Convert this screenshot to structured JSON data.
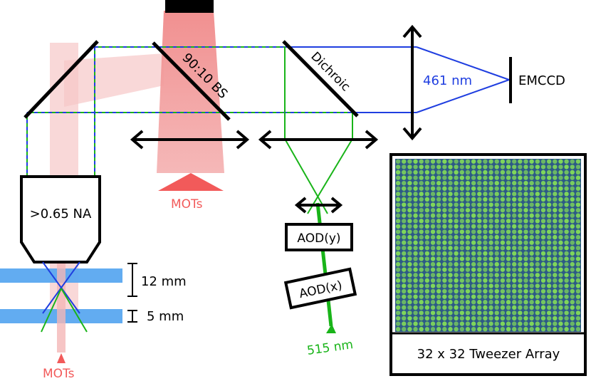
{
  "labels": {
    "bs": "90:10 BS",
    "dichroic": "Dichroic",
    "wavelength_461": "461 nm",
    "emccd": "EMCCD",
    "objective": ">0.65 NA",
    "mots_top": "MOTs",
    "mots_bottom": "MOTs",
    "aod_y": "AOD(y)",
    "aod_x": "AOD(x)",
    "wavelength_515": "515 nm",
    "dist_12": "12 mm",
    "dist_5": "5 mm",
    "array_caption": "32 x 32 Tweezer Array"
  },
  "colors": {
    "blue_beam": "#1f3ee0",
    "green_beam": "#19b419",
    "mot_red": "#f25a5a",
    "window_blue": "#5aa8f0",
    "array_bg": "#2d5a86",
    "array_spot": "#7fd65a",
    "array_label_461": "#1f3ee0",
    "label_515": "#19b419",
    "label_mots": "#f25a5a"
  },
  "tweezer_array": {
    "rows": 32,
    "cols": 32
  },
  "icons": {
    "camera": "camera-block-icon",
    "lens": "double-arrow-lens-icon",
    "source_arrow": "triangle-up-icon"
  }
}
